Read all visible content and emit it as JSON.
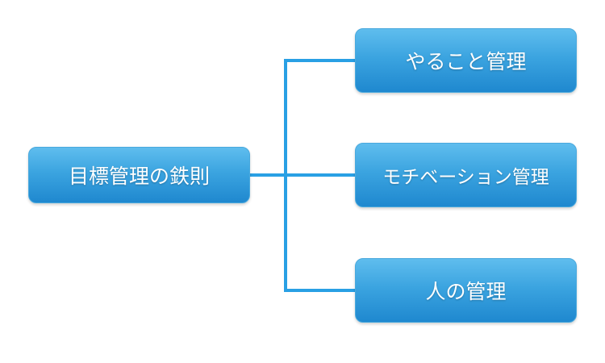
{
  "diagram": {
    "title": "goal-management-hierarchy",
    "root": {
      "label": "目標管理の鉄則"
    },
    "children": [
      {
        "label": "やること管理"
      },
      {
        "label": "モチベーション管理"
      },
      {
        "label": "人の管理"
      }
    ],
    "colors": {
      "box_gradient_top": "#5fbdee",
      "box_gradient_bottom": "#1f88cf",
      "connector_line": "#29a0e4",
      "text": "#ffffff",
      "background": "#ffffff"
    }
  }
}
